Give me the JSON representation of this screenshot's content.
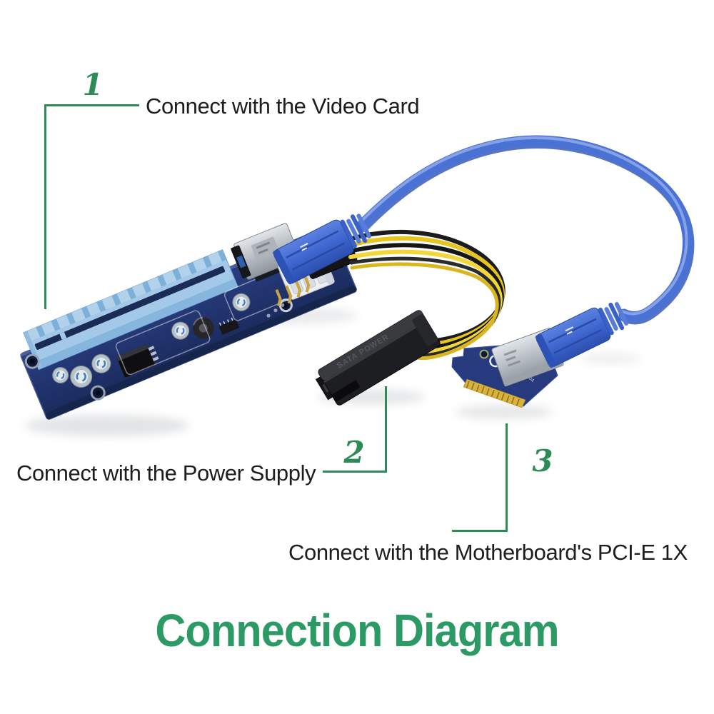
{
  "page": {
    "background": "#ffffff"
  },
  "title": {
    "text": "Connection Diagram"
  },
  "annotations": [
    {
      "number": "1",
      "label": "Connect with the Video Card"
    },
    {
      "number": "2",
      "label": "Connect with the Power Supply"
    },
    {
      "number": "3",
      "label": "Connect with the Motherboard's PCI-E 1X"
    }
  ],
  "photo": {
    "components": [
      "pcie-x16-riser-board",
      "pcie-x16-slot",
      "usb3-type-a-socket",
      "white-4pin-power-socket",
      "black-6pin-power-plug",
      "usb3-cable-blue",
      "usb3-plug-left",
      "usb3-plug-right",
      "6pin-power-cable-yellow-black",
      "sata-power-connector",
      "pcie-1x-adapter-card",
      "gold-edge-fingers",
      "usb3-socket-on-card"
    ],
    "sata_connector_embossed_text": "SATA POWER",
    "card_silkscreen_line1": "PCI-3PCE-N04",
    "card_silkscreen_line2": "VER004"
  },
  "colors": {
    "accent_green": "#2e8b57",
    "title_green": "#2b9a64",
    "caption_black": "#1d1d1f",
    "pcb_navy": "#22356f",
    "slot_blue": "#a3c8e8",
    "cable_blue": "#4a72d5",
    "wire_yellow": "#e9c822",
    "connector_black": "#1d1e21",
    "metal_silver": "#c6cacf",
    "gold": "#d8b23a"
  }
}
